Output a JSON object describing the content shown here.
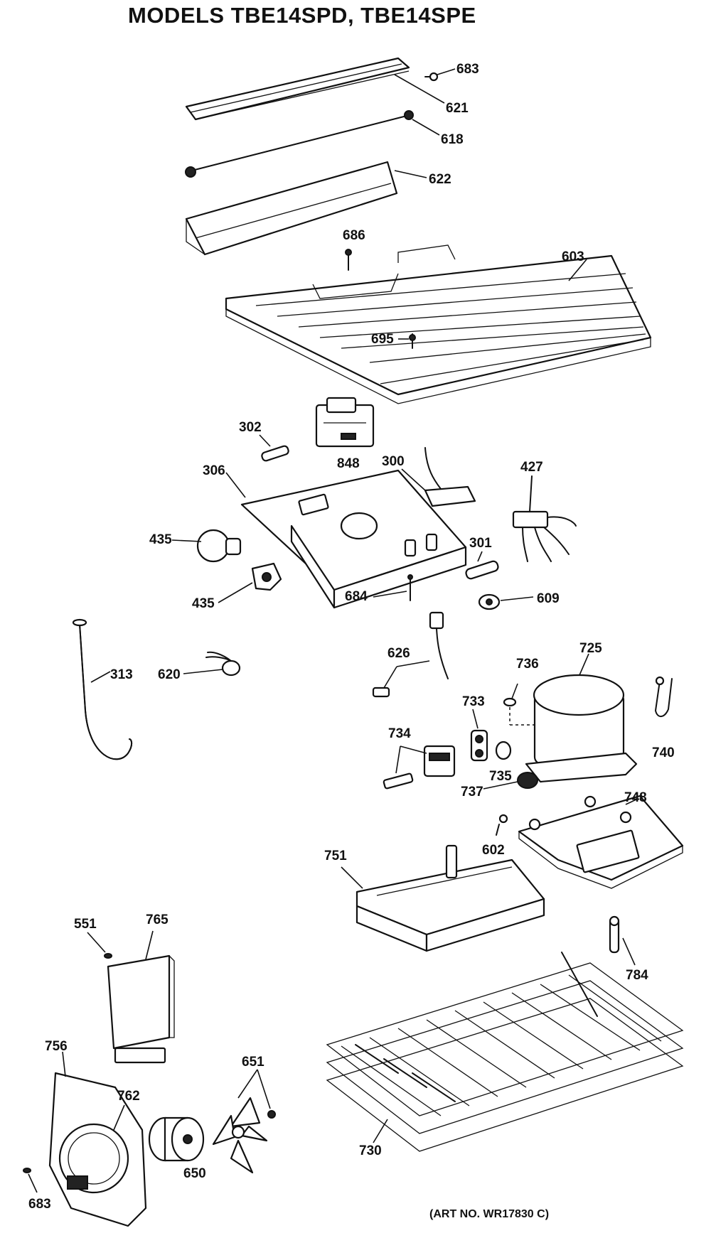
{
  "title": "MODELS TBE14SPD, TBE14SPE",
  "art_number": "(ART NO. WR17830 C)",
  "callouts": {
    "c683_top": "683",
    "c621": "621",
    "c618": "618",
    "c622": "622",
    "c686": "686",
    "c603": "603",
    "c695": "695",
    "c302": "302",
    "c848": "848",
    "c306": "306",
    "c300": "300",
    "c427": "427",
    "c435_a": "435",
    "c435_b": "435",
    "c301": "301",
    "c684": "684",
    "c609": "609",
    "c313": "313",
    "c620": "620",
    "c626": "626",
    "c736": "736",
    "c725": "725",
    "c733": "733",
    "c740": "740",
    "c734": "734",
    "c735": "735",
    "c737": "737",
    "c748": "748",
    "c602": "602",
    "c751": "751",
    "c551": "551",
    "c765": "765",
    "c784": "784",
    "c756": "756",
    "c651": "651",
    "c762": "762",
    "c650": "650",
    "c730": "730",
    "c683_bottom": "683"
  }
}
